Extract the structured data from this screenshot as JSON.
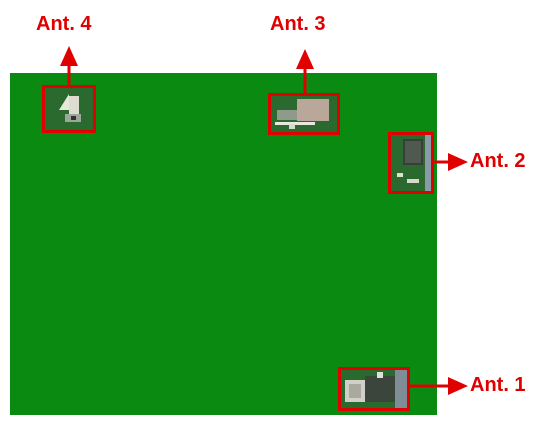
{
  "colors": {
    "board": "#0b8a12",
    "accent": "#e00000"
  },
  "antennas": [
    {
      "id": "ant4",
      "label": "Ant. 4"
    },
    {
      "id": "ant3",
      "label": "Ant. 3"
    },
    {
      "id": "ant2",
      "label": "Ant. 2"
    },
    {
      "id": "ant1",
      "label": "Ant. 1"
    }
  ]
}
